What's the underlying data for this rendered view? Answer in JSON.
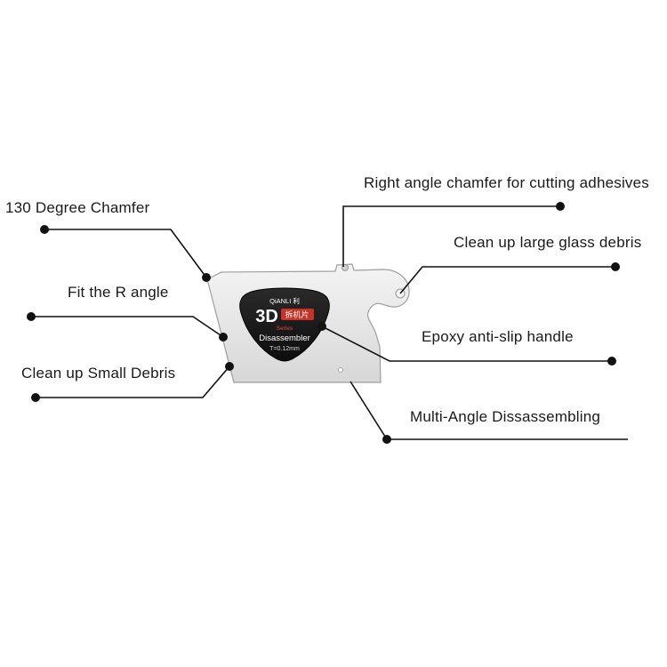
{
  "diagram": {
    "callouts": [
      {
        "label": "130 Degree Chamfer"
      },
      {
        "label": "Right angle chamfer for cutting adhesives"
      },
      {
        "label": "Clean up large glass debris"
      },
      {
        "label": "Fit the R angle"
      },
      {
        "label": "Epoxy anti-slip handle"
      },
      {
        "label": "Clean up Small Debris"
      },
      {
        "label": "Multi-Angle Dissassembling"
      }
    ],
    "product_label": {
      "brand": "QiANLI 利",
      "model": "3D",
      "badge": "拆机片",
      "series": "Series",
      "name": "Disassembler",
      "spec": "T=0.12mm"
    },
    "colors": {
      "line": "#111111",
      "tool_fill": "#e9e9e9",
      "tool_edge": "#9e9e9e",
      "label_bg": "#141414",
      "badge_red": "#c83224",
      "text": "#1a1a1a"
    }
  }
}
